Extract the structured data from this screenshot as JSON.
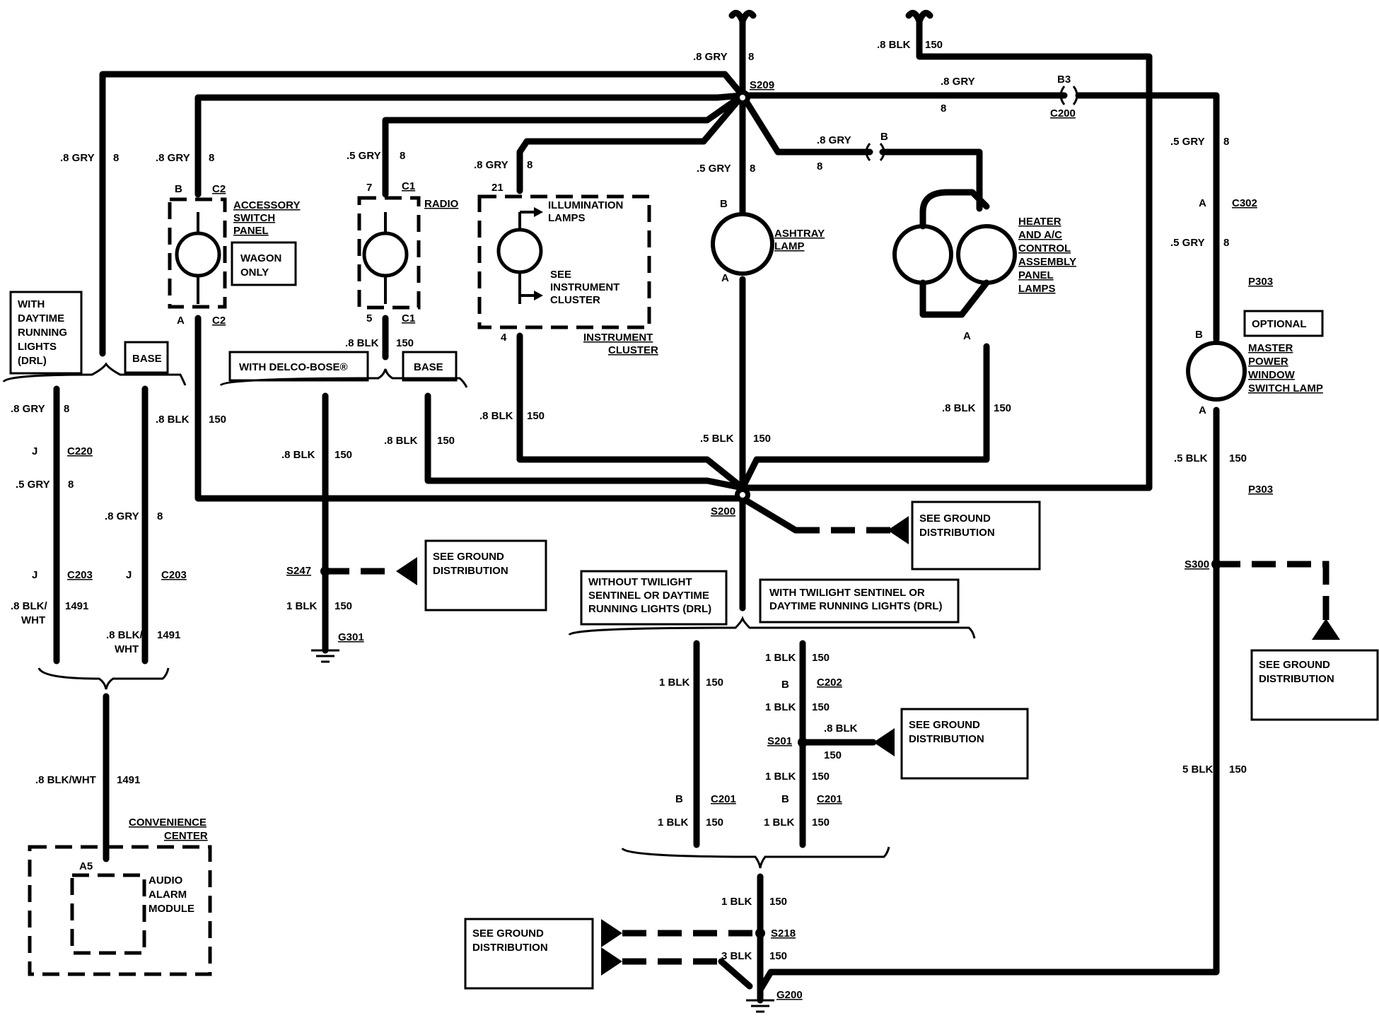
{
  "wire_labels": {
    "top_8gry": ".8 GRY",
    "top_8": "8",
    "top_blk": ".8 BLK",
    "top_150": "150",
    "s209": "S209",
    "b3_gry": ".8 GRY",
    "b3": "B3",
    "b3_8": "8",
    "c200": "C200",
    "l1_gry": ".8 GRY",
    "l1_8": "8",
    "l2_gry": ".8 GRY",
    "l2_8": "8",
    "l3_gry": ".5 GRY",
    "l3_8": "8",
    "l4_gry": ".8 GRY",
    "l4_8": "8",
    "ash_gry": ".5 GRY",
    "ash_8": "8",
    "htr_gry": ".8 GRY",
    "htr_b": "B",
    "htr_8": "8",
    "r_gry1": ".5 GRY",
    "r_8a": "8",
    "r_a": "A",
    "c302": "C302",
    "r_gry2": ".5 GRY",
    "r_8b": "8",
    "p303a": "P303",
    "r_b": "B",
    "r_a2": "A",
    "r_blk": ".5 BLK",
    "r_150": "150",
    "p303b": "P303",
    "s300": "S300",
    "r_5blk": "5 BLK",
    "r_150b": "150"
  },
  "components": {
    "acc_b": "B",
    "acc_c2": "C2",
    "acc_a": "A",
    "acc_c2b": "C2",
    "acc_title1": "ACCESSORY",
    "acc_title2": "SWITCH",
    "acc_title3": "PANEL",
    "wagon1": "WAGON",
    "wagon2": "ONLY",
    "radio_7": "7",
    "radio_c1": "C1",
    "radio_title": "RADIO",
    "radio_5": "5",
    "radio_c1b": "C1",
    "ic_21": "21",
    "ic_illum1": "ILLUMINATION",
    "ic_illum2": "LAMPS",
    "ic_see1": "SEE",
    "ic_see2": "INSTRUMENT",
    "ic_see3": "CLUSTER",
    "ic_4": "4",
    "ic_title1": "INSTRUMENT",
    "ic_title2": "CLUSTER",
    "ash_b": "B",
    "ash_t1": "ASHTRAY",
    "ash_t2": "LAMP",
    "ash_a": "A",
    "htr_t1": "HEATER",
    "htr_t2": "AND A/C",
    "htr_t3": "CONTROL",
    "htr_t4": "ASSEMBLY",
    "htr_t5": "PANEL",
    "htr_t6": "LAMPS",
    "htr_a": "A",
    "htr_blk": ".8 BLK",
    "htr_150": "150",
    "optional": "OPTIONAL",
    "mpw1": "MASTER",
    "mpw2": "POWER",
    "mpw3": "WINDOW",
    "mpw4": "SWITCH LAMP"
  },
  "left": {
    "drl1": "WITH",
    "drl2": "DAYTIME",
    "drl3": "RUNNING",
    "drl4": "LIGHTS",
    "drl5": "(DRL)",
    "base": "BASE",
    "a_gry": ".8 GRY",
    "a_8": "8",
    "a_j": "J",
    "c220": "C220",
    "a_gry2": ".5 GRY",
    "a_8b": "8",
    "a_j2": "J",
    "c203a": "C203",
    "a_blk": ".8 BLK/",
    "a_wht": "WHT",
    "a_1491": "1491",
    "b_blk": ".8 BLK",
    "b_150": "150",
    "b_gry": ".8 GRY",
    "b_8": "8",
    "b_j": "J",
    "c203b": "C203",
    "b_blk2": ".8 BLK/",
    "b_wht": "WHT",
    "b_1491": "1491",
    "cc_wire": ".8 BLK/WHT",
    "cc_1491": "1491",
    "cc_t1": "CONVENIENCE",
    "cc_t2": "CENTER",
    "a5": "A5",
    "aam1": "AUDIO",
    "aam2": "ALARM",
    "aam3": "MODULE"
  },
  "middle": {
    "bose": "WITH DELCO-BOSE®",
    "base2": "BASE",
    "r_blk": ".8 BLK",
    "r_150": "150",
    "bose_blk": ".8 BLK",
    "bose_150": "150",
    "base_blk": ".8 BLK",
    "base_150": "150",
    "s247": "S247",
    "g_see1": "SEE GROUND",
    "g_see2": "DISTRIBUTION",
    "s247_blk": "1 BLK",
    "s247_150": "150",
    "g301": "G301",
    "ic_blk": ".8 BLK",
    "ic_150": "150",
    "ash_blk": ".5 BLK",
    "ash_150": "150",
    "s200": "S200",
    "s200_see1": "SEE GROUND",
    "s200_see2": "DISTRIBUTION"
  },
  "bottom": {
    "wo1": "WITHOUT TWILIGHT",
    "wo2": "SENTINEL OR DAYTIME",
    "wo3": "RUNNING LIGHTS (DRL)",
    "wi1": "WITH TWILIGHT SENTINEL OR",
    "wi2": "DAYTIME RUNNING LIGHTS (DRL)",
    "l_blk": "1 BLK",
    "l_150": "150",
    "r_blk1": "1 BLK",
    "r_150a": "150",
    "b_b": "B",
    "c202": "C202",
    "r_blk2": "1 BLK",
    "r_150b": "150",
    "s201": "S201",
    "s201_blk": ".8 BLK",
    "s201_150": "150",
    "s201_see1": "SEE GROUND",
    "s201_see2": "DISTRIBUTION",
    "r_blk3": "1 BLK",
    "r_150c": "150",
    "l_b": "B",
    "c201a": "C201",
    "r_b2": "B",
    "c201b": "C201",
    "l_blk2": "1 BLK",
    "l_150b": "150",
    "r_blk4": "1 BLK",
    "r_150d": "150",
    "g_blk": "1 BLK",
    "g_150": "150",
    "s218": "S218",
    "g_see1": "SEE GROUND",
    "g_see2": "DISTRIBUTION",
    "g_3blk": "3 BLK",
    "g_150b": "150",
    "g200": "G200",
    "s300_see1": "SEE GROUND",
    "s300_see2": "DISTRIBUTION"
  }
}
